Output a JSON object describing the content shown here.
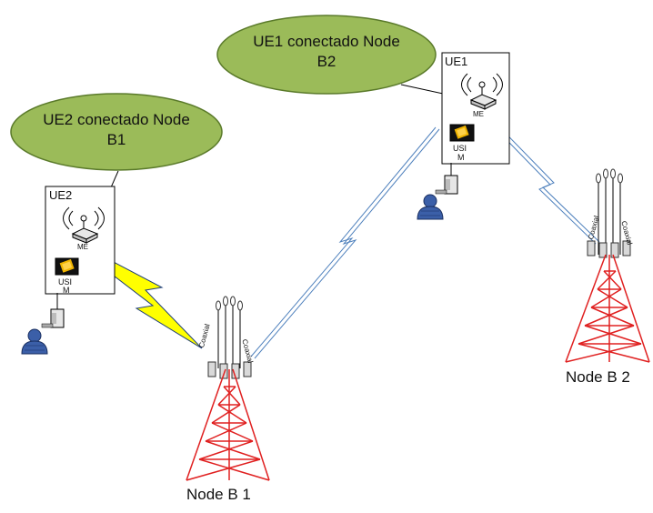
{
  "callouts": {
    "ue2_line1": "UE2 conectado Node",
    "ue2_line2": "B1",
    "ue1_line1": "UE1 conectado Node",
    "ue1_line2": "B2"
  },
  "ue2": {
    "name": "UE2",
    "me": "ME",
    "usim_line1": "USI",
    "usim_line2": "M"
  },
  "ue1": {
    "name": "UE1",
    "me": "ME",
    "usim_line1": "USI",
    "usim_line2": "M"
  },
  "nodes": {
    "node_b1": {
      "label": "Node B 1",
      "antenna_left": "Coaxial",
      "antenna_right": "Coaxial"
    },
    "node_b2": {
      "label": "Node B 2",
      "antenna_left": "Coaxial",
      "antenna_right": "Coaxial"
    }
  },
  "colors": {
    "bubble_fill": "#9bbb59",
    "tower_red": "#e02020",
    "link_blue": "#4f81bd",
    "lightning_yellow": "#ffff00",
    "person_blue": "#3b5fa8"
  }
}
